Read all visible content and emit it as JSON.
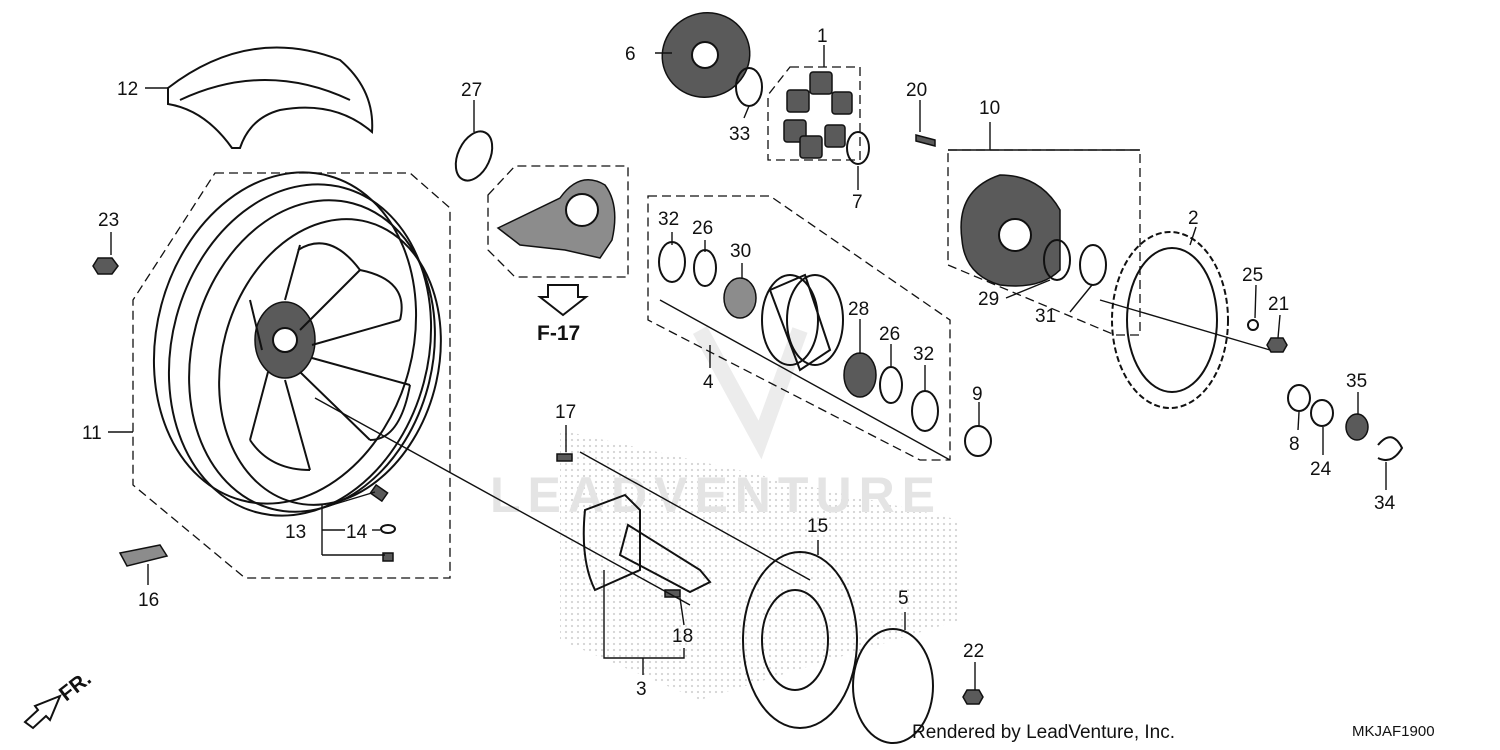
{
  "diagram": {
    "callouts": [
      "1",
      "2",
      "3",
      "4",
      "5",
      "6",
      "7",
      "8",
      "9",
      "10",
      "11",
      "12",
      "13",
      "14",
      "15",
      "16",
      "17",
      "18",
      "20",
      "21",
      "22",
      "23",
      "24",
      "25",
      "26",
      "26",
      "27",
      "28",
      "29",
      "30",
      "31",
      "32",
      "32",
      "33",
      "34",
      "35"
    ],
    "cross_reference": "F-17",
    "front_marker": "FR.",
    "watermark": "LEADVENTURE",
    "credit": "Rendered by LeadVenture, Inc.",
    "diagram_code": "MKJAF1900"
  }
}
